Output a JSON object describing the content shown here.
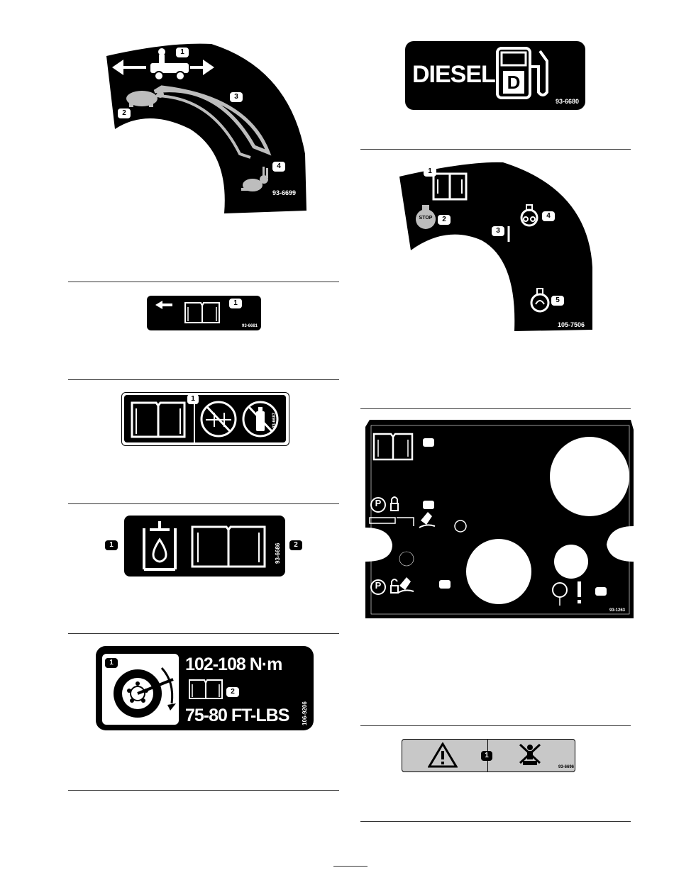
{
  "decals": {
    "speed": {
      "part_number": "93-6699",
      "callouts": [
        "1",
        "2",
        "3",
        "4"
      ],
      "icons": [
        "arrow-left-icon",
        "tractor-operator-icon",
        "arrow-right-icon",
        "turtle-icon",
        "rabbit-icon"
      ]
    },
    "diesel": {
      "label": "DIESEL",
      "pump_letter": "D",
      "part_number": "93-6680",
      "icons": [
        "fuel-pump-icon"
      ]
    },
    "ignition": {
      "part_number": "105-7506",
      "stop_text": "STOP",
      "callouts": [
        "1",
        "2",
        "3",
        "4",
        "5"
      ],
      "icons": [
        "manual-icon",
        "stop-icon",
        "run-line-icon",
        "glow-plug-icon",
        "start-icon"
      ]
    },
    "arrow_manual": {
      "part_number": "93-6681",
      "callouts": [
        "1"
      ],
      "icons": [
        "arrow-left-icon",
        "manual-icon"
      ]
    },
    "no_spark": {
      "part_number": "93-6687",
      "callouts": [
        "1"
      ],
      "icons": [
        "manual-icon",
        "no-jumper-icon",
        "no-ether-icon"
      ]
    },
    "panel": {
      "part_number": "93-1263",
      "parking_symbol": "P",
      "icons": [
        "manual-icon",
        "parking-brake-icon",
        "lock-icon",
        "unlock-icon",
        "pedal-icon",
        "hazard-exclamation-icon"
      ]
    },
    "hydraulic": {
      "part_number": "93-6686",
      "callouts": [
        "1",
        "2"
      ],
      "icons": [
        "hydraulic-fluid-icon",
        "manual-icon"
      ]
    },
    "torque": {
      "metric": "102-108 N·m",
      "imperial": "75-80 FT-LBS",
      "part_number": "106-9206",
      "callouts": [
        "1",
        "2"
      ],
      "icons": [
        "wheel-wrench-icon",
        "manual-icon"
      ]
    },
    "warning": {
      "part_number": "93-6696",
      "callouts": [
        "1"
      ],
      "icons": [
        "warning-triangle-icon",
        "no-crush-icon"
      ]
    }
  }
}
